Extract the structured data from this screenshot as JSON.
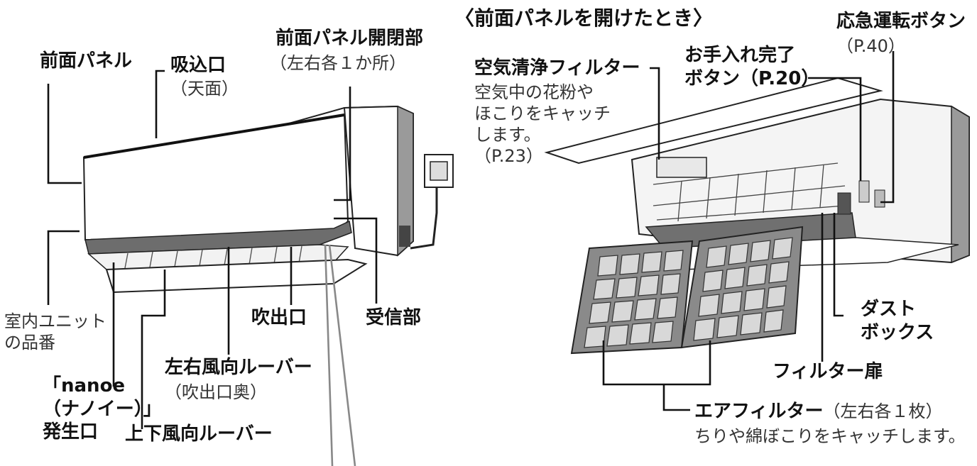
{
  "left": {
    "front_panel": "前面パネル",
    "intake": "吸込口",
    "intake_sub": "（天面）",
    "panel_opener": "前面パネル開閉部",
    "panel_opener_sub": "（左右各１か所）",
    "model_number_l1": "室内ユニット",
    "model_number_l2": "の品番",
    "nanoe_l1": "「nanoe",
    "nanoe_l2": "（ナノイー）」",
    "nanoe_l3": "発生口",
    "updown_louver": "上下風向ルーバー",
    "lr_louver": "左右風向ルーバー",
    "lr_louver_sub": "（吹出口奥）",
    "outlet": "吹出口",
    "receiver": "受信部"
  },
  "right": {
    "heading": "〈前面パネルを開けたとき〉",
    "emergency_l1": "応急運転ボタン",
    "emergency_l2": "（P.40）",
    "care_done_l1": "お手入れ完了",
    "care_done_l2": "ボタン（P.20）",
    "air_purify": "空気清浄フィルター",
    "air_purify_d1": "空気中の花粉や",
    "air_purify_d2": "ほこりをキャッチ",
    "air_purify_d3": "します。",
    "air_purify_d4": "（P.23）",
    "dust_l1": "ダスト",
    "dust_l2": "ボックス",
    "filter_door": "フィルター扉",
    "air_filter": "エアフィルター",
    "air_filter_sub": "（左右各１枚）",
    "air_filter_desc": "ちりや綿ぼこりをキャッチします。"
  }
}
